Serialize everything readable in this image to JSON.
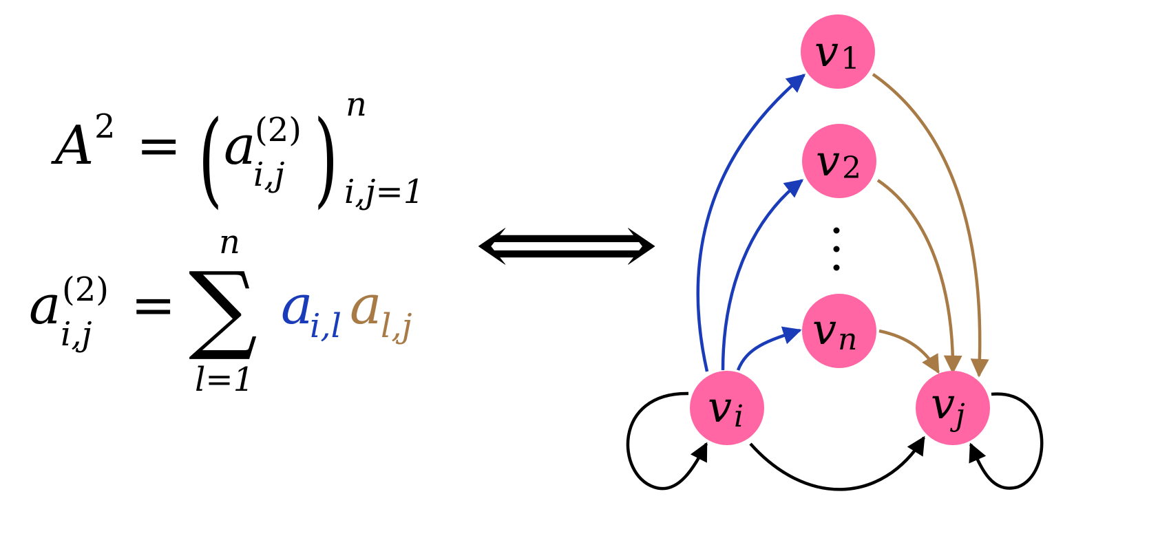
{
  "equations": {
    "line1": {
      "lhs_base": "A",
      "lhs_exp": "2",
      "equals": "=",
      "open_paren": "(",
      "close_paren": ")",
      "elem_base": "a",
      "elem_sup": "(2)",
      "elem_sub": "i,j",
      "outer_sup": "n",
      "outer_sub": "i,j=1"
    },
    "line2": {
      "lhs_base": "a",
      "lhs_sup": "(2)",
      "lhs_sub": "i,j",
      "equals": "=",
      "sum_symbol": "∑",
      "sum_upper": "n",
      "sum_lower": "l=1",
      "term1_base": "a",
      "term1_sub": "i,l",
      "term2_base": "a",
      "term2_sub": "l,j"
    },
    "equivalence": "⟺"
  },
  "graph": {
    "nodes": [
      {
        "id": "v1",
        "base": "v",
        "sub": "1"
      },
      {
        "id": "v2",
        "base": "v",
        "sub": "2"
      },
      {
        "id": "vn",
        "base": "v",
        "sub": "n"
      },
      {
        "id": "vi",
        "base": "v",
        "sub": "i"
      },
      {
        "id": "vj",
        "base": "v",
        "sub": "j"
      }
    ],
    "vertical_ellipsis": "⋮"
  },
  "colors": {
    "node_fill": "#FF66A3",
    "blue_edge": "#1A3CB8",
    "brown_edge": "#A87A45",
    "black_edge": "#000000"
  }
}
